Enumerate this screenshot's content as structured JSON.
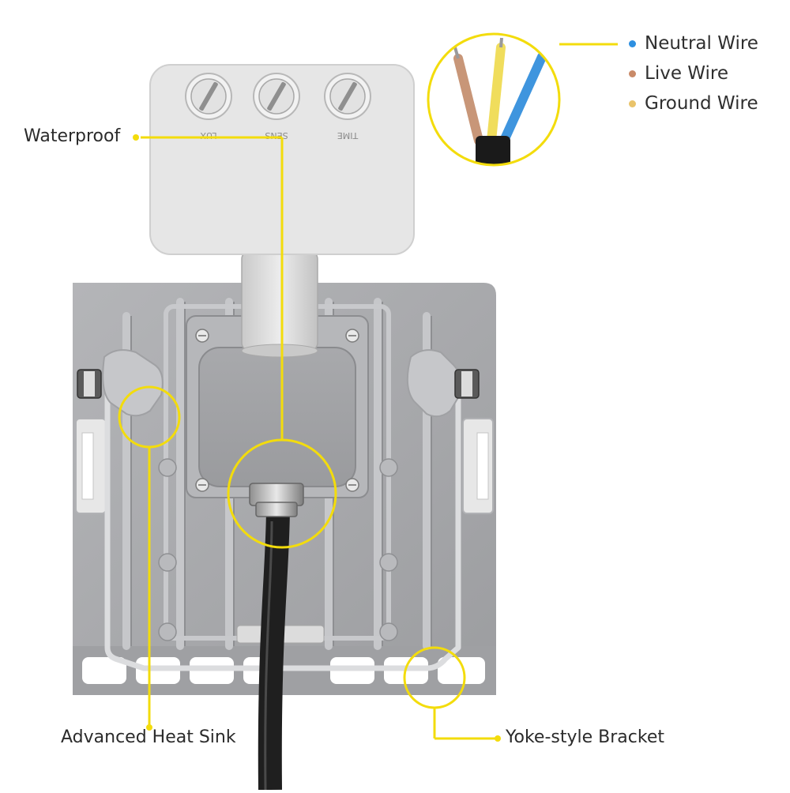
{
  "callouts": {
    "waterproof": "Waterproof",
    "heat_sink": "Advanced Heat Sink",
    "bracket": "Yoke-style Bracket"
  },
  "sensor_knobs": [
    "LUX",
    "SENS",
    "TIME"
  ],
  "legend": [
    {
      "label": "Neutral Wire",
      "color": "#2d8fe0"
    },
    {
      "label": "Live Wire",
      "color": "#c98a68"
    },
    {
      "label": "Ground Wire",
      "color": "#e9c36a"
    }
  ],
  "colors": {
    "callout_yellow": "#f3dc0c",
    "housing_gray": "#a9aaad",
    "sensor_white": "#e6e6e6",
    "cable_black": "#1f1f1f"
  }
}
